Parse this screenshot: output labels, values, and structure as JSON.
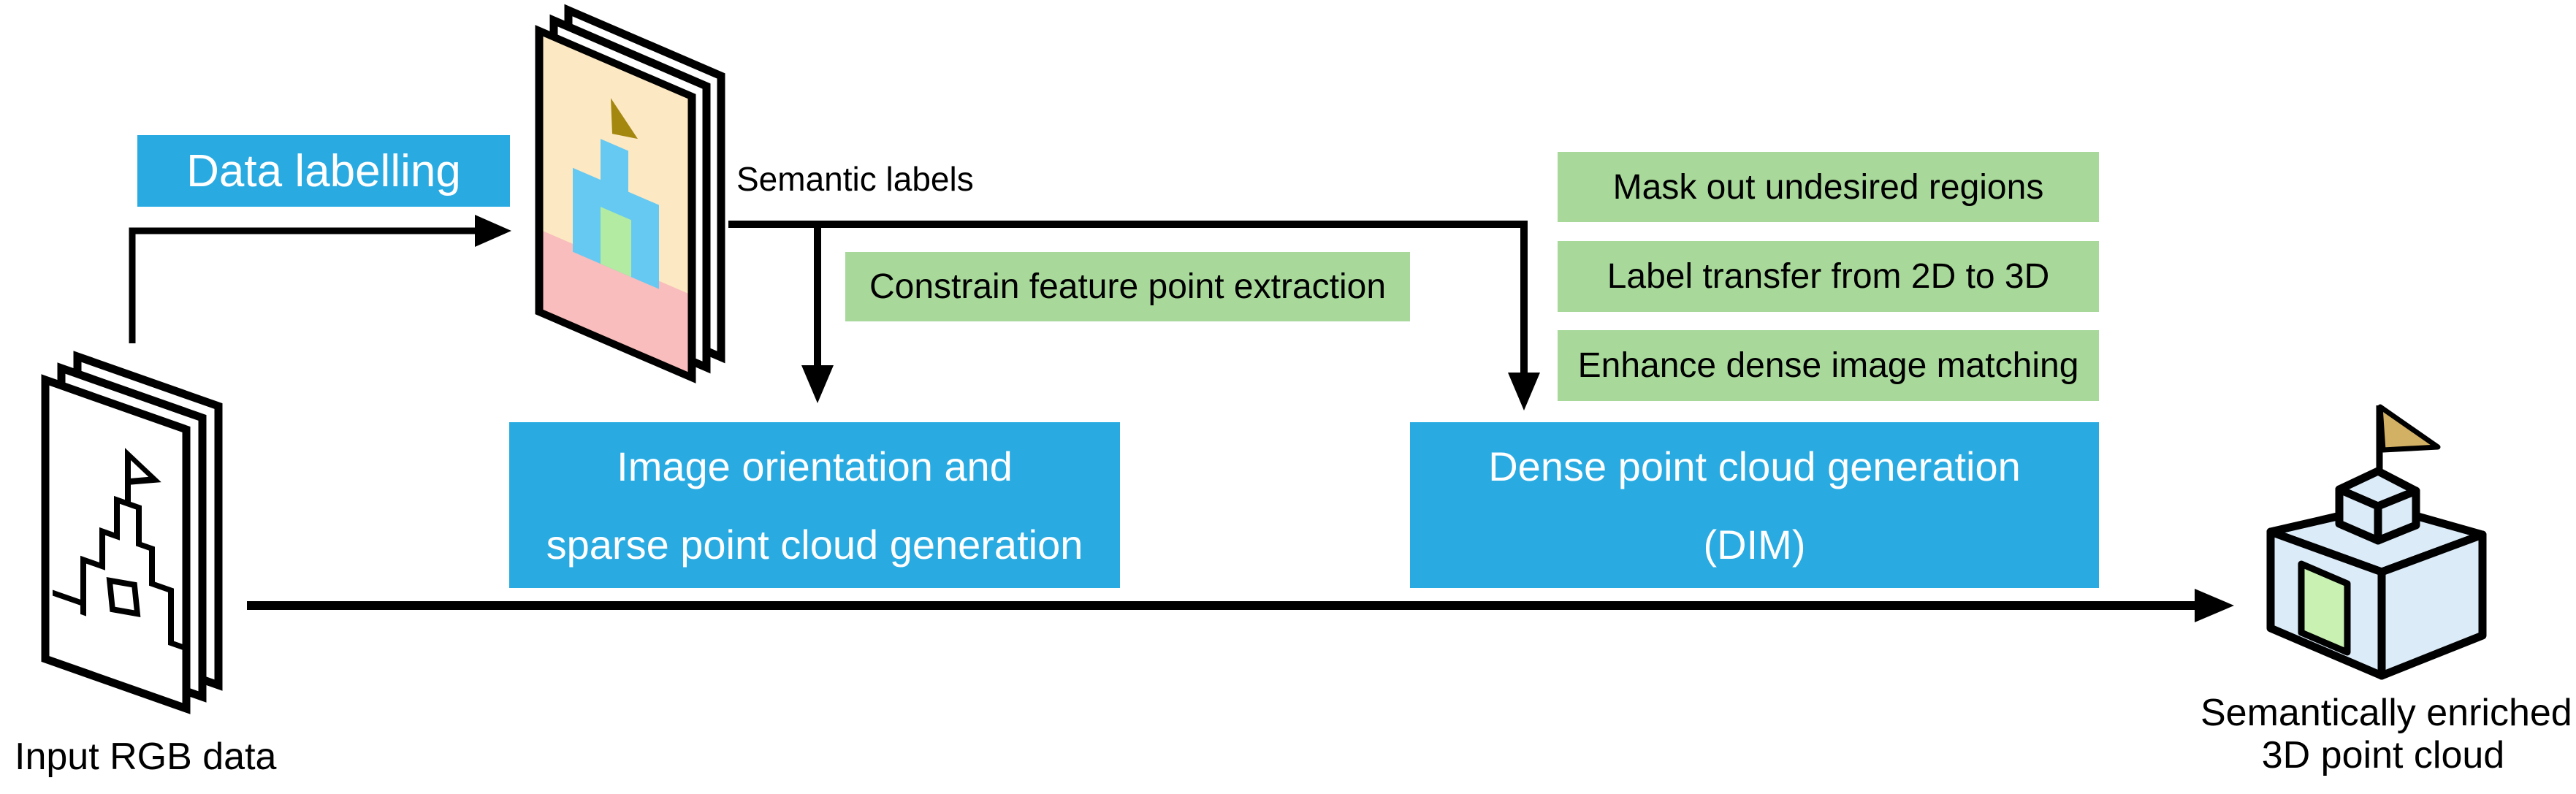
{
  "colors": {
    "accent-blue": "#29ABE2",
    "soft-green": "#A8D89A",
    "line-black": "#000000",
    "page-peach": "#FCE8C3",
    "page-pink": "#F8BDBC",
    "building-blue": "#66C9F2",
    "door-green": "#B2EBA1",
    "olive-flag": "#A3870F",
    "cube-face": "#DCEBF8",
    "cube-window": "#C9F1B2",
    "cube-flag-tan": "#D3B164"
  },
  "nodes": {
    "data_labelling": {
      "label": "Data labelling"
    },
    "image_orientation": {
      "line1": "Image orientation and",
      "line2": "sparse point cloud generation"
    },
    "dense_point_cloud": {
      "line1": "Dense point cloud generation",
      "line2": "(DIM)"
    },
    "constrain": {
      "label": "Constrain feature point extraction"
    },
    "mask": {
      "label": "Mask out undesired regions"
    },
    "label_transfer": {
      "label": "Label transfer from 2D to 3D"
    },
    "enhance": {
      "label": "Enhance dense image matching"
    }
  },
  "captions": {
    "input": "Input RGB data",
    "semantic": "Semantic labels",
    "output_line1": "Semantically enriched",
    "output_line2": "3D point cloud"
  },
  "icons": {
    "input_stack": "stacked-rgb-photos-icon",
    "semantic_stack": "labeled-photos-stack-icon",
    "cube": "semantic-3d-cube-icon"
  }
}
